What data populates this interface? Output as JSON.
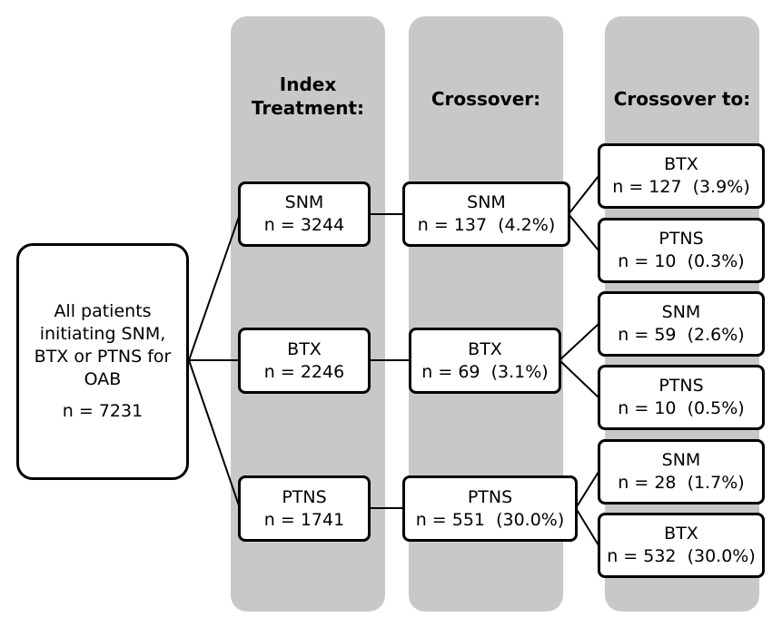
{
  "headers": {
    "index": "Index Treatment:",
    "crossover": "Crossover:",
    "crossover_to": "Crossover to:"
  },
  "root": {
    "label": "All patients initiating SNM, BTX or PTNS for OAB",
    "count": "n = 7231"
  },
  "index_treatments": [
    {
      "name": "SNM",
      "count": "n = 3244"
    },
    {
      "name": "BTX",
      "count": "n = 2246"
    },
    {
      "name": "PTNS",
      "count": "n = 1741"
    }
  ],
  "crossover": [
    {
      "name": "SNM",
      "count": "n = 137  (4.2%)"
    },
    {
      "name": "BTX",
      "count": "n = 69  (3.1%)"
    },
    {
      "name": "PTNS",
      "count": "n = 551  (30.0%)"
    }
  ],
  "crossover_to": [
    {
      "name": "BTX",
      "count": "n = 127  (3.9%)"
    },
    {
      "name": "PTNS",
      "count": "n = 10  (0.3%)"
    },
    {
      "name": "SNM",
      "count": "n = 59  (2.6%)"
    },
    {
      "name": "PTNS",
      "count": "n = 10  (0.5%)"
    },
    {
      "name": "SNM",
      "count": "n = 28  (1.7%)"
    },
    {
      "name": "BTX",
      "count": "n = 532  (30.0%)"
    }
  ]
}
